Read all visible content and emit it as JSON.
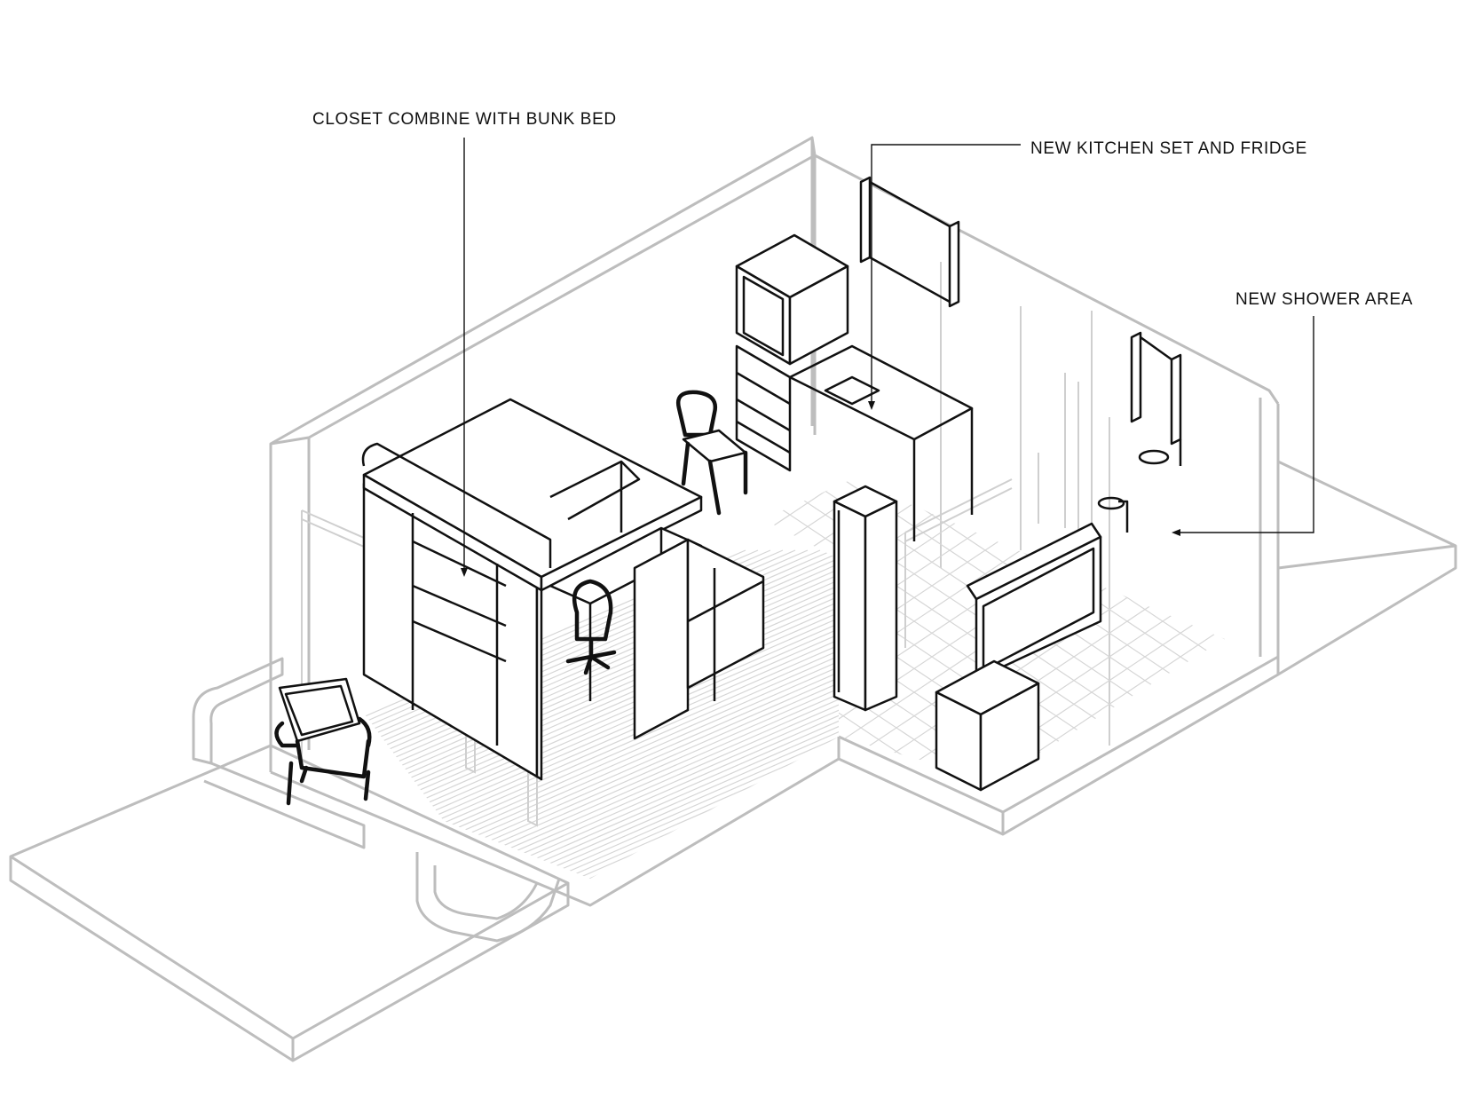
{
  "labels": {
    "closet": "CLOSET COMBINE WITH BUNK BED",
    "kitchen": "NEW KITCHEN SET AND FRIDGE",
    "shower": "NEW SHOWER AREA"
  },
  "colors": {
    "wall_gray": "#bdbdbd",
    "furniture_black": "#111111",
    "background": "#ffffff"
  }
}
